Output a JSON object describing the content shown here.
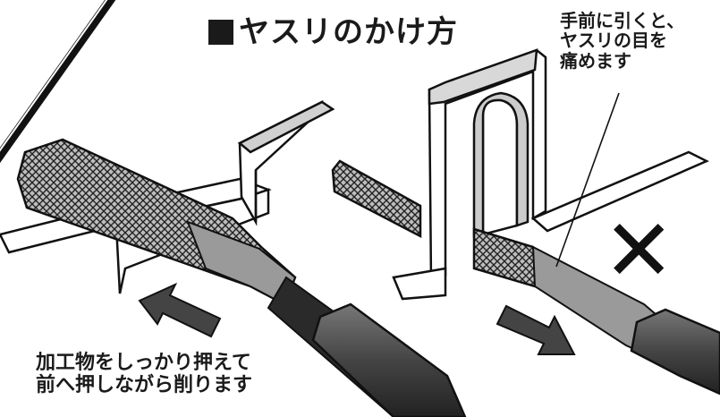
{
  "title": "ヤスリのかけ方",
  "right_note": [
    "手前に引くと、",
    "ヤスリの目を",
    "痛めます"
  ],
  "left_note": [
    "加工物をしっかり押えて",
    "前へ押しながら削ります"
  ],
  "wrong_mark": "✕",
  "icons": {
    "title_bullet": "black-square-icon",
    "wrong": "x-mark-icon"
  }
}
